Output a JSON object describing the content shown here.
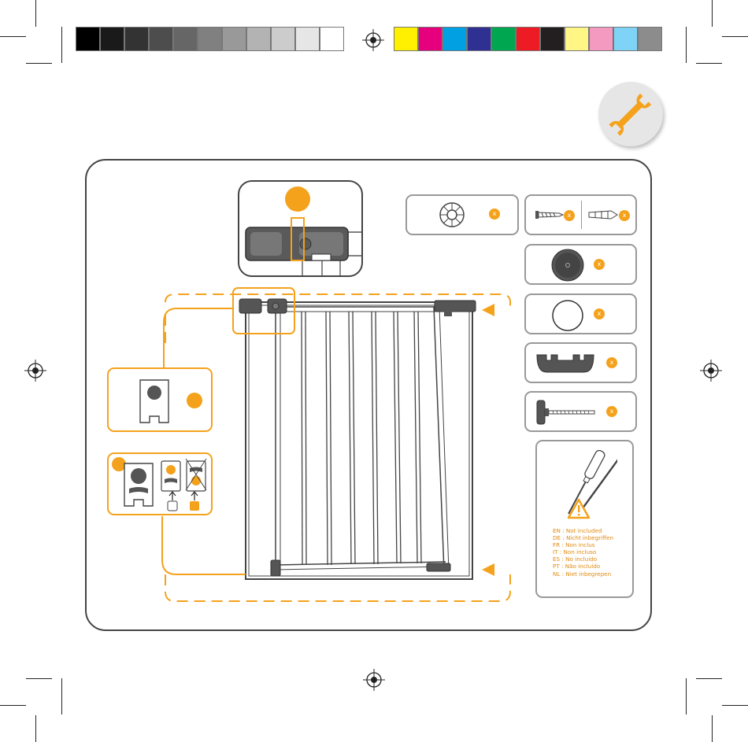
{
  "color_bar": {
    "gray_swatches": [
      "#000000",
      "#1a1a1a",
      "#333333",
      "#4d4d4d",
      "#666666",
      "#808080",
      "#999999",
      "#b3b3b3",
      "#cccccc",
      "#e6e6e6",
      "#ffffff"
    ],
    "color_swatches": [
      "#ffef00",
      "#e6007e",
      "#00a0e3",
      "#2e3192",
      "#00a650",
      "#ed1c24",
      "#231f20",
      "#fff685",
      "#f49ac1",
      "#7fd3f7",
      "#8c8c8c"
    ]
  },
  "colors": {
    "accent": "#f4a21c",
    "outline": "#444444",
    "card_border": "#999999",
    "part_gray": "#555555"
  },
  "parts": {
    "washer_qty": "x",
    "screw_qty": "x",
    "plug_qty": "x",
    "cap_qty": "x",
    "ring_qty": "x",
    "wrench_qty": "x",
    "bolt_qty": "x"
  },
  "tools_note": {
    "warning_icon": "warning-triangle-icon",
    "not_included": [
      "EN : Not included",
      "DE : Nicht inbegriffen",
      "FR : Non inclus",
      "IT : Non incluso",
      "ES : No incluido",
      "PT : Não incluído",
      "NL : Niet inbegrepen"
    ]
  },
  "header_icon": "wrench-icon"
}
